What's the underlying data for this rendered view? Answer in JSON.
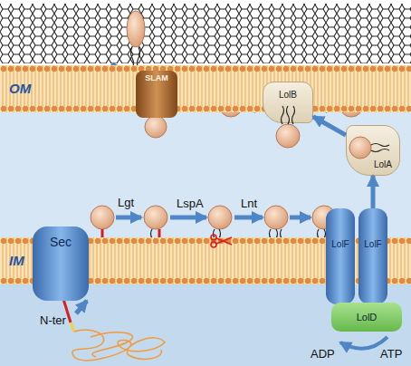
{
  "diagram": {
    "nodes": [
      {
        "text": [
          "OM"
        ]
      },
      {
        "text": [
          "SLAM"
        ]
      },
      {
        "text": [
          "LolB"
        ]
      },
      {
        "text": [
          "LolA"
        ]
      },
      {
        "text": [
          "IM"
        ]
      },
      {
        "text": [
          "Sec"
        ]
      },
      {
        "text": [
          "LolF"
        ]
      },
      {
        "text": [
          "LolF"
        ]
      },
      {
        "text": [
          "LolD"
        ]
      }
    ],
    "edges": [
      {
        "from": 7,
        "to": 3,
        "arrow": "to"
      },
      {
        "from": 3,
        "to": 2,
        "arrow": "to"
      }
    ],
    "labels": [
      "N-ter",
      "Lgt",
      "LspA",
      "Lnt",
      "ADP",
      "ATP"
    ]
  }
}
